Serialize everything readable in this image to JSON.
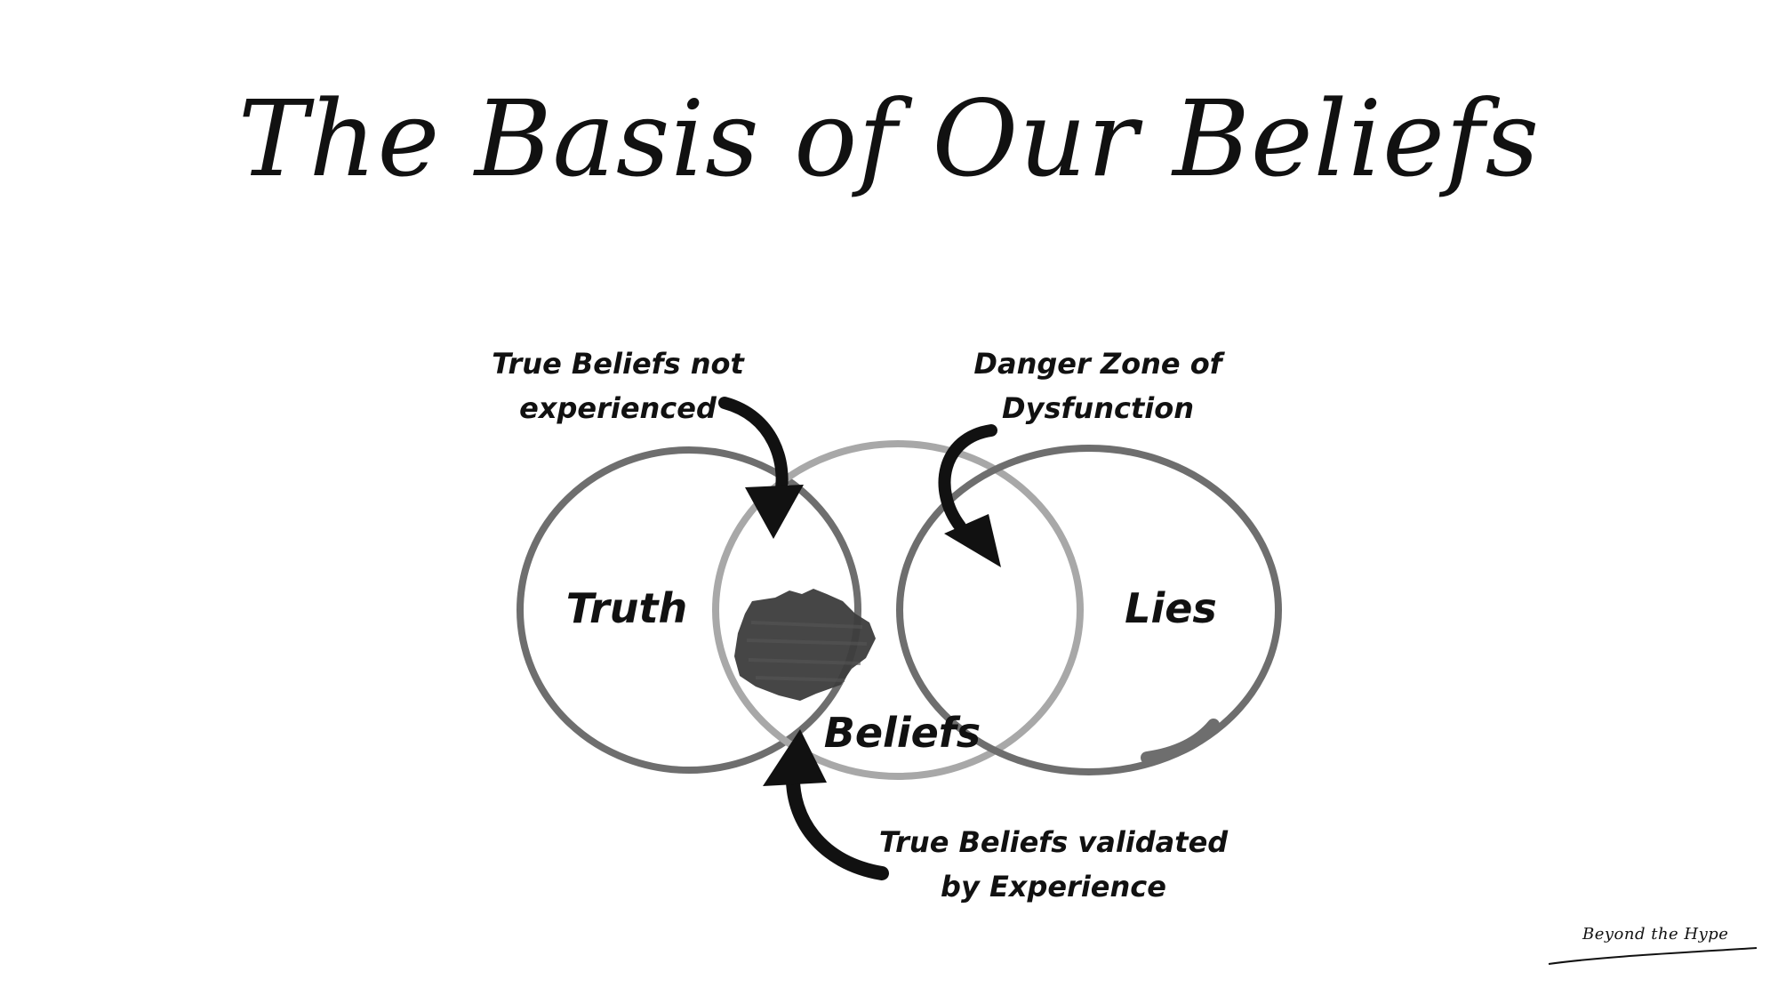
{
  "title": "The Basis of Our Beliefs",
  "circles": {
    "truth": {
      "label": "Truth",
      "color": "#6e6e6e"
    },
    "beliefs": {
      "label": "Beliefs",
      "color": "#a8a8a8"
    },
    "lies": {
      "label": "Lies",
      "color": "#6e6e6e"
    }
  },
  "annotations": {
    "true_not_experienced": [
      "True Beliefs not",
      "experienced"
    ],
    "danger_zone": [
      "Danger Zone of",
      "Dysfunction"
    ],
    "validated": [
      "True Beliefs validated",
      "by Experience"
    ]
  },
  "logo": "Beyond the Hype",
  "colors": {
    "ink": "#111111",
    "smudge": "#3c3c3c"
  }
}
